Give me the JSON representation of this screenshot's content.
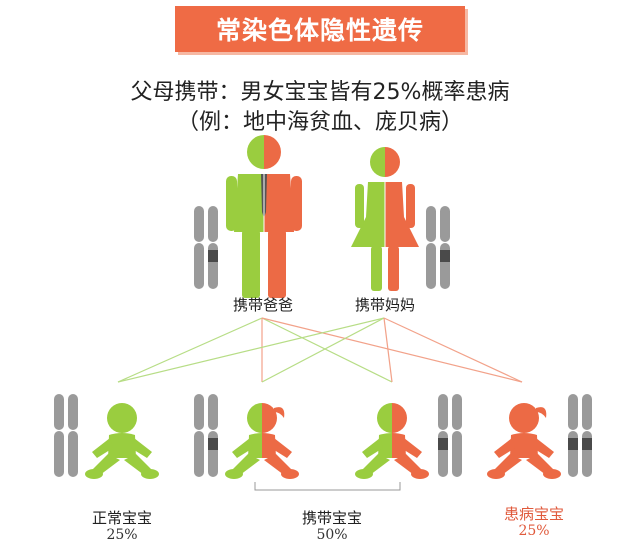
{
  "title": "常染色体隐性遗传",
  "subtitle_line1": "父母携带：男女宝宝皆有25%概率患病",
  "subtitle_line2": "（例：地中海贫血、庞贝病）",
  "parents": [
    {
      "label": "携带爸爸"
    },
    {
      "label": "携带妈妈"
    }
  ],
  "children": [
    {
      "label": "正常宝宝",
      "percent": "25%"
    },
    {
      "label": "携带宝宝",
      "percent": "50%"
    },
    {
      "label": "患病宝宝",
      "percent": "25%"
    }
  ],
  "colors": {
    "normal": "#9acd3f",
    "affected": "#ec6a45",
    "chromosome": "#9a9a9a",
    "band": "#4a4a4a",
    "banner": "#ef6b45"
  }
}
